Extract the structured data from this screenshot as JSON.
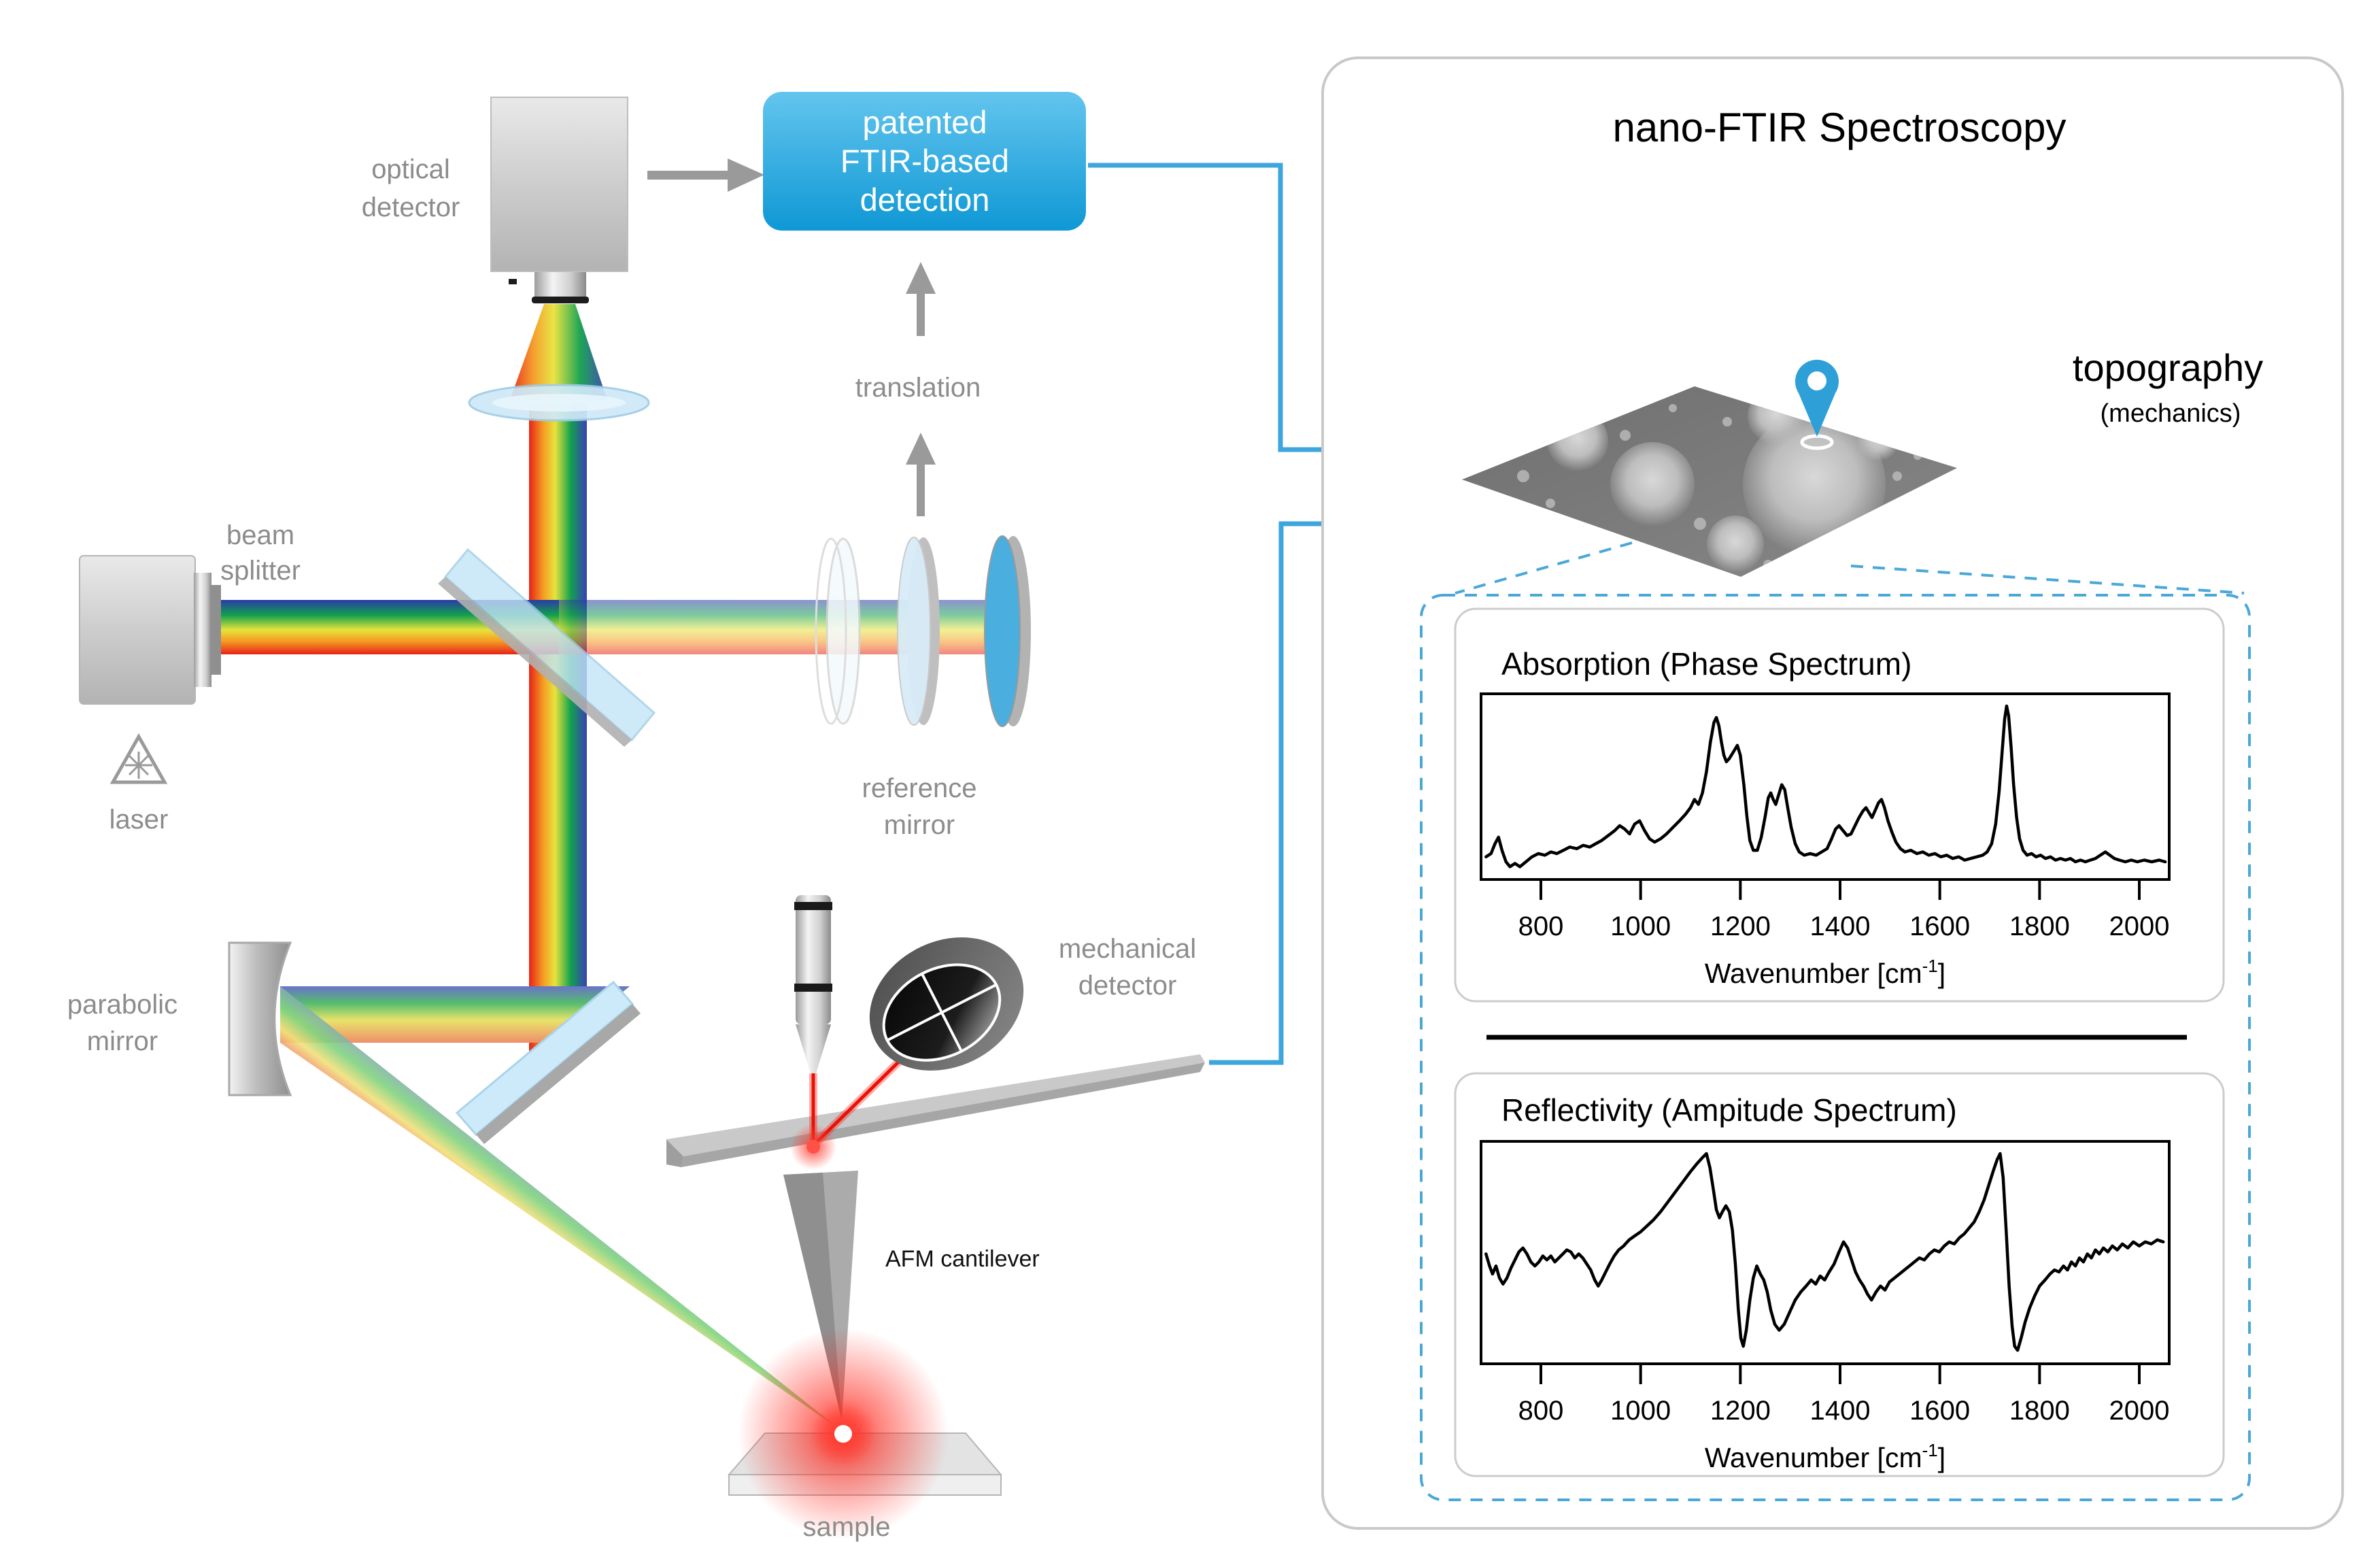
{
  "diagram": {
    "labels": {
      "optical_detector": [
        "optical",
        "detector"
      ],
      "beam_splitter": [
        "beam",
        "splitter"
      ],
      "laser": "laser",
      "reference_mirror": [
        "reference",
        "mirror"
      ],
      "parabolic_mirror": [
        "parabolic",
        "mirror"
      ],
      "translation": "translation",
      "mechanical_detector": [
        "mechanical",
        "detector"
      ],
      "afm_cantilever": "AFM cantilever",
      "sample": "sample"
    },
    "detection_box": {
      "lines": [
        "patented",
        "FTIR-based",
        "detection"
      ]
    }
  },
  "panel": {
    "title": "nano-FTIR Spectroscopy",
    "topography_label": "topography",
    "mechanics_label": "(mechanics)"
  },
  "colors": {
    "accent_blue": "#2f9fd8",
    "connector_blue": "#3ea6dc",
    "dashed_blue": "#4aa8d8",
    "label_gray": "#8c8c8c",
    "arrow_gray": "#9a9a9a",
    "box_gradient_top": "#63c5ee",
    "box_gradient_bottom": "#0f98d5",
    "curve_black": "#000000"
  },
  "chart_data": [
    {
      "type": "line",
      "title": "Absorption (Phase Spectrum)",
      "xlabel_parts": [
        "Wavenumber [cm",
        "-1",
        "]"
      ],
      "xlim": [
        680,
        2060
      ],
      "ylim": [
        0,
        1
      ],
      "grid": false,
      "ticks": [
        800,
        1000,
        1200,
        1400,
        1600,
        1800,
        2000
      ],
      "x": [
        690,
        700,
        708,
        715,
        722,
        730,
        738,
        748,
        758,
        770,
        782,
        795,
        808,
        820,
        832,
        845,
        858,
        872,
        885,
        898,
        910,
        922,
        935,
        948,
        958,
        968,
        978,
        988,
        998,
        1008,
        1018,
        1028,
        1040,
        1052,
        1065,
        1078,
        1090,
        1100,
        1108,
        1116,
        1124,
        1132,
        1140,
        1147,
        1152,
        1157,
        1162,
        1167,
        1172,
        1178,
        1186,
        1194,
        1200,
        1207,
        1213,
        1219,
        1226,
        1234,
        1242,
        1250,
        1256,
        1261,
        1266,
        1271,
        1277,
        1283,
        1289,
        1295,
        1302,
        1310,
        1318,
        1328,
        1340,
        1352,
        1363,
        1374,
        1383,
        1391,
        1398,
        1406,
        1414,
        1422,
        1430,
        1438,
        1446,
        1452,
        1458,
        1464,
        1470,
        1477,
        1483,
        1489,
        1496,
        1504,
        1512,
        1521,
        1530,
        1542,
        1554,
        1566,
        1578,
        1590,
        1602,
        1614,
        1626,
        1638,
        1650,
        1662,
        1674,
        1686,
        1695,
        1704,
        1712,
        1719,
        1725,
        1730,
        1734,
        1738,
        1743,
        1748,
        1754,
        1760,
        1767,
        1775,
        1784,
        1793,
        1802,
        1812,
        1822,
        1832,
        1842,
        1852,
        1862,
        1872,
        1882,
        1892,
        1902,
        1912,
        1922,
        1932,
        1941,
        1950,
        1960,
        1972,
        1984,
        1996,
        2010,
        2025,
        2040,
        2052
      ],
      "y": [
        0.08,
        0.1,
        0.16,
        0.2,
        0.12,
        0.05,
        0.02,
        0.04,
        0.02,
        0.05,
        0.08,
        0.1,
        0.09,
        0.11,
        0.1,
        0.12,
        0.14,
        0.13,
        0.15,
        0.14,
        0.16,
        0.18,
        0.21,
        0.24,
        0.27,
        0.25,
        0.22,
        0.28,
        0.3,
        0.24,
        0.19,
        0.17,
        0.19,
        0.22,
        0.26,
        0.3,
        0.34,
        0.38,
        0.43,
        0.4,
        0.47,
        0.6,
        0.78,
        0.9,
        0.93,
        0.88,
        0.78,
        0.7,
        0.66,
        0.68,
        0.72,
        0.76,
        0.7,
        0.52,
        0.33,
        0.18,
        0.12,
        0.12,
        0.2,
        0.33,
        0.44,
        0.47,
        0.43,
        0.4,
        0.46,
        0.52,
        0.49,
        0.38,
        0.26,
        0.16,
        0.11,
        0.09,
        0.1,
        0.09,
        0.11,
        0.13,
        0.19,
        0.25,
        0.27,
        0.24,
        0.21,
        0.22,
        0.27,
        0.32,
        0.36,
        0.38,
        0.35,
        0.32,
        0.36,
        0.41,
        0.43,
        0.38,
        0.3,
        0.23,
        0.17,
        0.13,
        0.11,
        0.12,
        0.1,
        0.11,
        0.09,
        0.1,
        0.08,
        0.09,
        0.07,
        0.08,
        0.06,
        0.07,
        0.08,
        0.09,
        0.11,
        0.16,
        0.28,
        0.48,
        0.72,
        0.92,
        1.0,
        0.94,
        0.75,
        0.52,
        0.32,
        0.19,
        0.12,
        0.09,
        0.1,
        0.08,
        0.09,
        0.07,
        0.08,
        0.06,
        0.07,
        0.06,
        0.07,
        0.05,
        0.06,
        0.05,
        0.06,
        0.07,
        0.09,
        0.11,
        0.09,
        0.07,
        0.06,
        0.05,
        0.06,
        0.05,
        0.06,
        0.05,
        0.06,
        0.05
      ]
    },
    {
      "type": "line",
      "title": "Reflectivity (Ampitude Spectrum)",
      "xlabel_parts": [
        "Wavenumber [cm",
        "-1",
        "]"
      ],
      "xlim": [
        680,
        2060
      ],
      "ylim": [
        0,
        1
      ],
      "grid": false,
      "ticks": [
        800,
        1000,
        1200,
        1400,
        1600,
        1800,
        2000
      ],
      "x": [
        690,
        697,
        703,
        710,
        717,
        724,
        732,
        740,
        748,
        756,
        764,
        772,
        780,
        788,
        796,
        804,
        812,
        820,
        828,
        836,
        844,
        852,
        860,
        868,
        876,
        884,
        892,
        900,
        908,
        915,
        922,
        930,
        938,
        947,
        956,
        966,
        977,
        988,
        1000,
        1013,
        1026,
        1040,
        1055,
        1070,
        1085,
        1100,
        1113,
        1124,
        1132,
        1139,
        1146,
        1152,
        1158,
        1164,
        1171,
        1178,
        1184,
        1190,
        1196,
        1201,
        1206,
        1212,
        1219,
        1226,
        1233,
        1240,
        1247,
        1254,
        1261,
        1269,
        1278,
        1288,
        1299,
        1310,
        1321,
        1332,
        1342,
        1351,
        1360,
        1369,
        1378,
        1388,
        1398,
        1407,
        1415,
        1423,
        1431,
        1439,
        1447,
        1455,
        1463,
        1472,
        1481,
        1490,
        1499,
        1509,
        1519,
        1529,
        1539,
        1549,
        1559,
        1569,
        1579,
        1589,
        1599,
        1609,
        1619,
        1629,
        1639,
        1649,
        1659,
        1669,
        1679,
        1689,
        1699,
        1708,
        1715,
        1721,
        1727,
        1733,
        1739,
        1745,
        1750,
        1756,
        1763,
        1771,
        1780,
        1790,
        1800,
        1811,
        1821,
        1830,
        1839,
        1848,
        1856,
        1864,
        1872,
        1880,
        1888,
        1896,
        1904,
        1912,
        1920,
        1928,
        1937,
        1946,
        1956,
        1966,
        1977,
        1988,
        2000,
        2012,
        2024,
        2036,
        2048
      ],
      "y": [
        0.5,
        0.44,
        0.4,
        0.44,
        0.38,
        0.35,
        0.38,
        0.43,
        0.47,
        0.51,
        0.53,
        0.5,
        0.46,
        0.44,
        0.46,
        0.49,
        0.47,
        0.49,
        0.46,
        0.48,
        0.5,
        0.52,
        0.51,
        0.48,
        0.5,
        0.48,
        0.45,
        0.42,
        0.37,
        0.34,
        0.37,
        0.41,
        0.45,
        0.49,
        0.52,
        0.54,
        0.57,
        0.59,
        0.61,
        0.64,
        0.67,
        0.71,
        0.76,
        0.81,
        0.86,
        0.91,
        0.95,
        0.98,
        1.0,
        0.93,
        0.82,
        0.72,
        0.68,
        0.71,
        0.74,
        0.71,
        0.62,
        0.45,
        0.22,
        0.08,
        0.04,
        0.12,
        0.27,
        0.38,
        0.44,
        0.4,
        0.37,
        0.31,
        0.22,
        0.15,
        0.12,
        0.15,
        0.21,
        0.27,
        0.31,
        0.34,
        0.37,
        0.35,
        0.39,
        0.37,
        0.41,
        0.45,
        0.51,
        0.56,
        0.53,
        0.47,
        0.41,
        0.37,
        0.34,
        0.3,
        0.27,
        0.31,
        0.34,
        0.32,
        0.36,
        0.38,
        0.4,
        0.42,
        0.44,
        0.46,
        0.48,
        0.47,
        0.5,
        0.52,
        0.51,
        0.54,
        0.56,
        0.55,
        0.58,
        0.6,
        0.63,
        0.66,
        0.71,
        0.77,
        0.85,
        0.92,
        0.97,
        1.0,
        0.88,
        0.62,
        0.34,
        0.14,
        0.04,
        0.02,
        0.08,
        0.16,
        0.23,
        0.29,
        0.34,
        0.37,
        0.4,
        0.42,
        0.41,
        0.44,
        0.42,
        0.46,
        0.44,
        0.48,
        0.46,
        0.5,
        0.48,
        0.52,
        0.5,
        0.53,
        0.51,
        0.54,
        0.52,
        0.55,
        0.53,
        0.56,
        0.54,
        0.56,
        0.55,
        0.57,
        0.56
      ]
    }
  ]
}
